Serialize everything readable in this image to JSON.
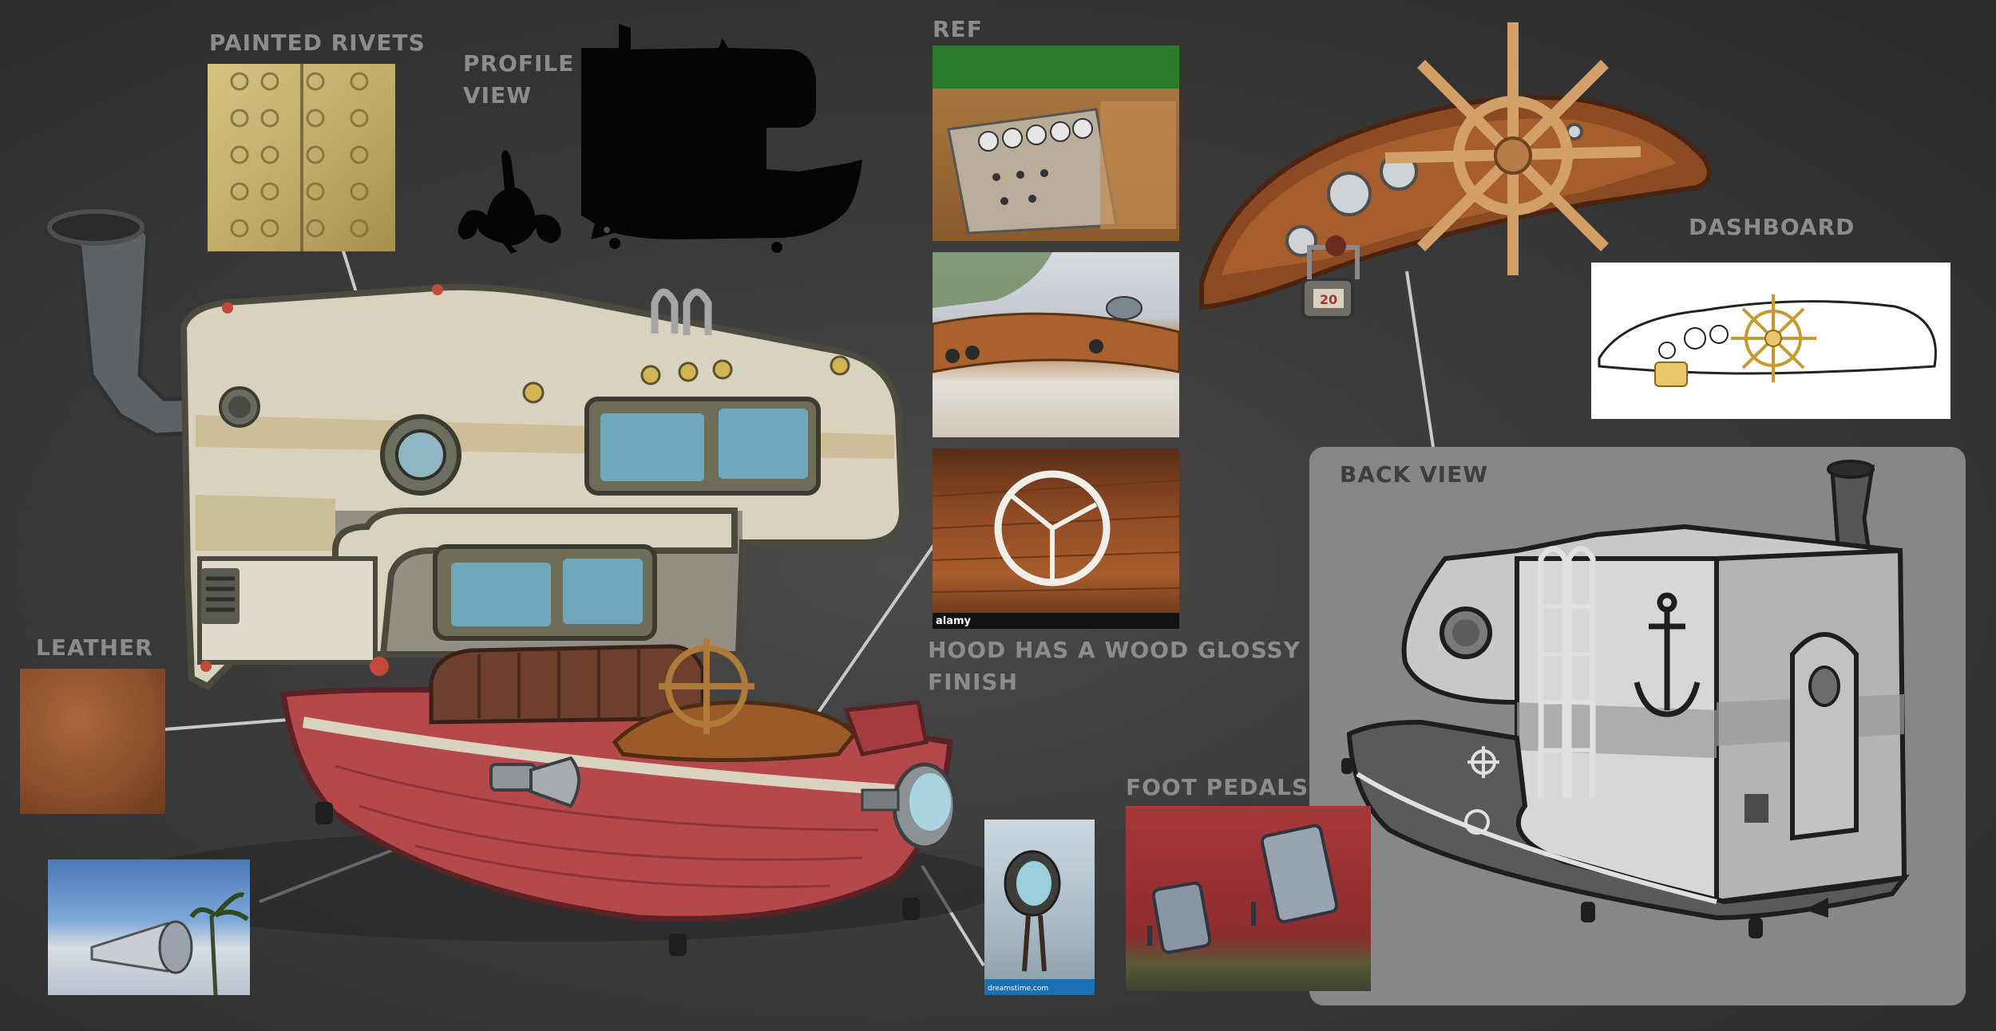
{
  "labels": {
    "painted_rivets": "PAINTED RIVETS",
    "profile_view_line1": "PROFILE",
    "profile_view_line2": "VIEW",
    "ref": "REF",
    "dashboard": "DASHBOARD",
    "back_view": "BACK VIEW",
    "leather": "LEATHER",
    "hood_line1": "HOOD HAS A WOOD GLOSSY",
    "hood_line2": "FINISH",
    "foot_pedals": "FOOT PEDALS"
  },
  "watermarks": {
    "alamy": "alamy",
    "dreamstime": "dreamstime.com"
  },
  "dashboard_gauge_text": "20",
  "colors": {
    "background": "#383838",
    "label": "#8c8c8c",
    "hull_red": "#b5484a",
    "cabin_cream": "#d9d2bf",
    "window_blue": "#6fa8bd",
    "wood": "#9a5a2a"
  }
}
